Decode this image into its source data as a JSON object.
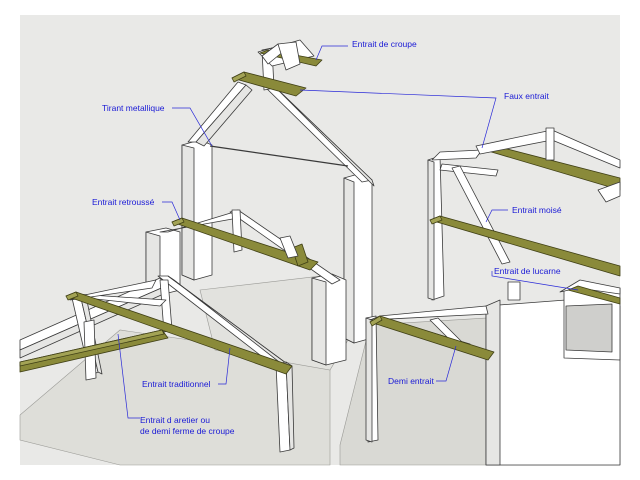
{
  "labels": {
    "entrait_croupe": "Entrait de croupe",
    "tirant_metallique": "Tirant metallique",
    "faux_entrait": "Faux entrait",
    "entrait_retrousse": "Entrait retroussé",
    "entrait_moise": "Entrait moisé",
    "entrait_lucarne": "Entrait de lucarne",
    "entrait_traditionnel": "Entrait traditionnel",
    "demi_entrait": "Demi entrait",
    "entrait_aretier_l1": "Entrait d aretier ou",
    "entrait_aretier_l2": "de demi ferme de croupe"
  },
  "colors": {
    "label_text": "#1a1ad6",
    "timber_olive": "#8a8a3a",
    "background": "#e9e9e7"
  }
}
